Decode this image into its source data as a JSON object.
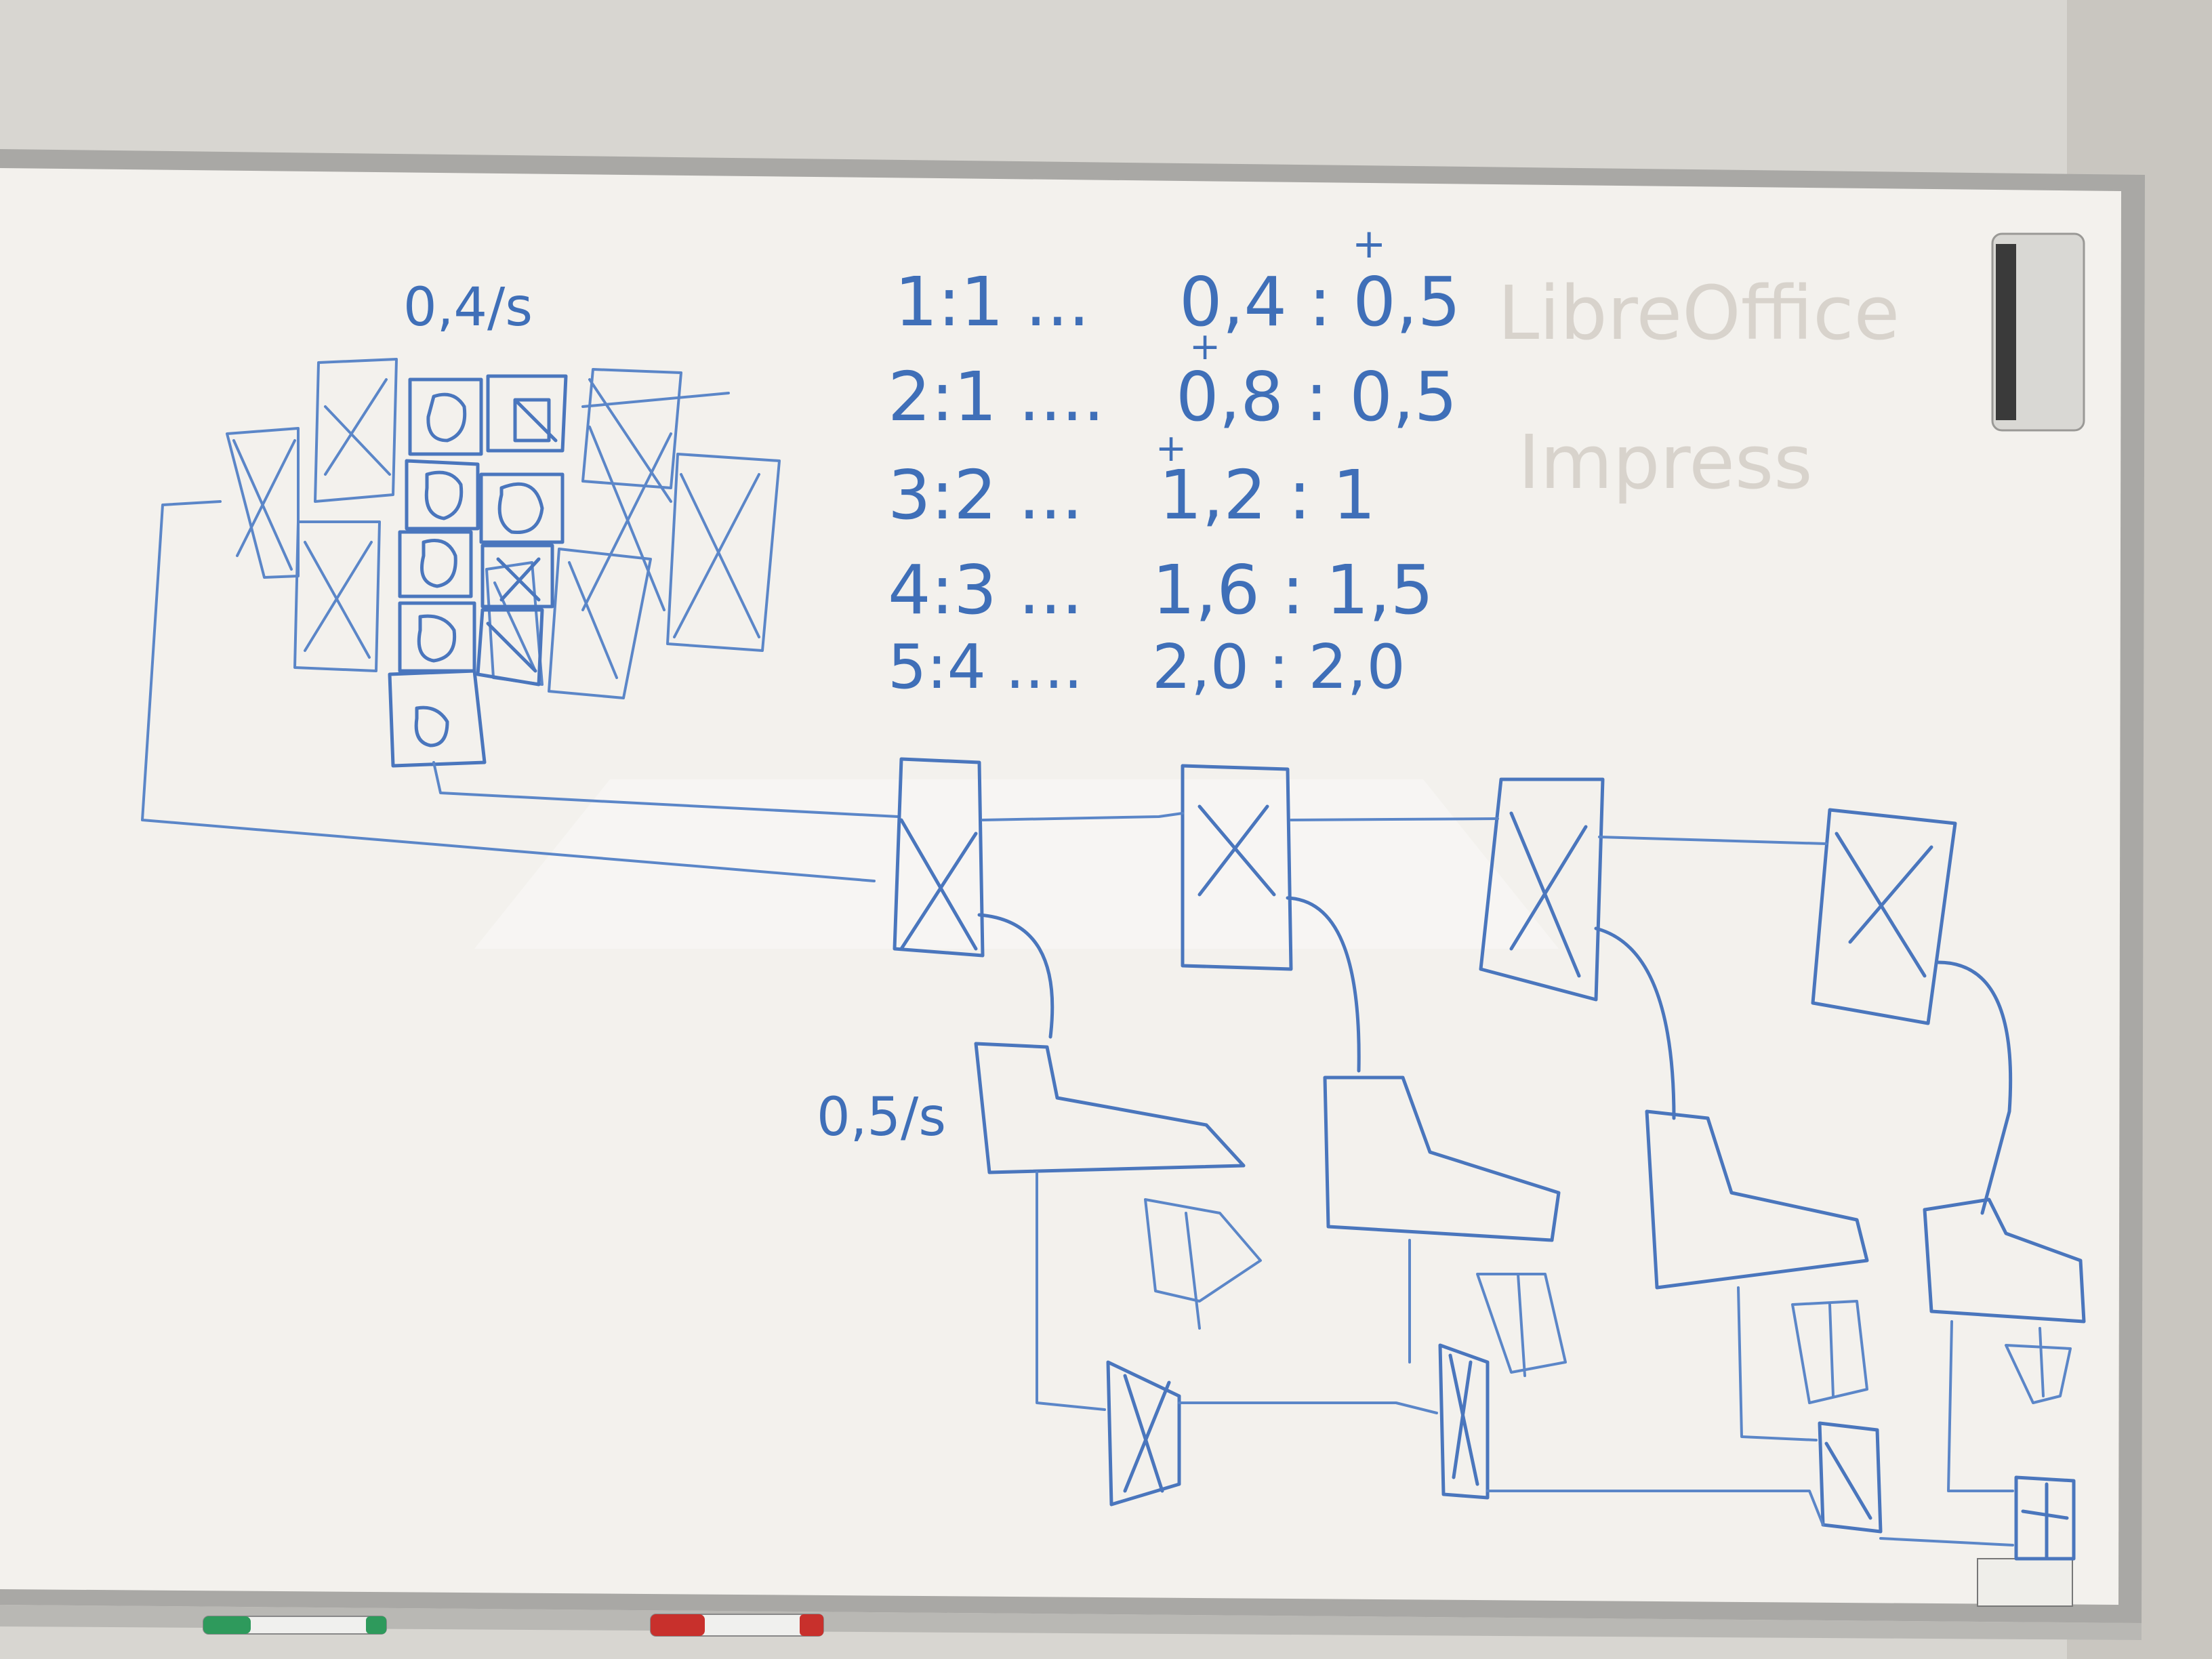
{
  "labels": {
    "rate_top": "0,4/s",
    "rate_bottom": "0,5/s"
  },
  "ratios": [
    {
      "left": "1:1 ...",
      "right": "0,4 : 0,5"
    },
    {
      "left": "2:1 ....",
      "right": "0,8 : 0,5"
    },
    {
      "left": "3:2 ...",
      "right": "1,2 : 1"
    },
    {
      "left": "4:3 ...",
      "right": "1,6 : 1,5"
    },
    {
      "left": "5:4 ....",
      "right": "2,0 : 2,0"
    }
  ],
  "plus_marks": [
    "+",
    "+",
    "+"
  ],
  "faded_text": [
    "LibreOffice",
    "Impress"
  ],
  "ink_color": "#4a76bd",
  "board_color": "#f3f1ed",
  "wall_color": "#d9d7d2",
  "marker_colors": [
    "#2e9a5c",
    "#c8302c"
  ]
}
